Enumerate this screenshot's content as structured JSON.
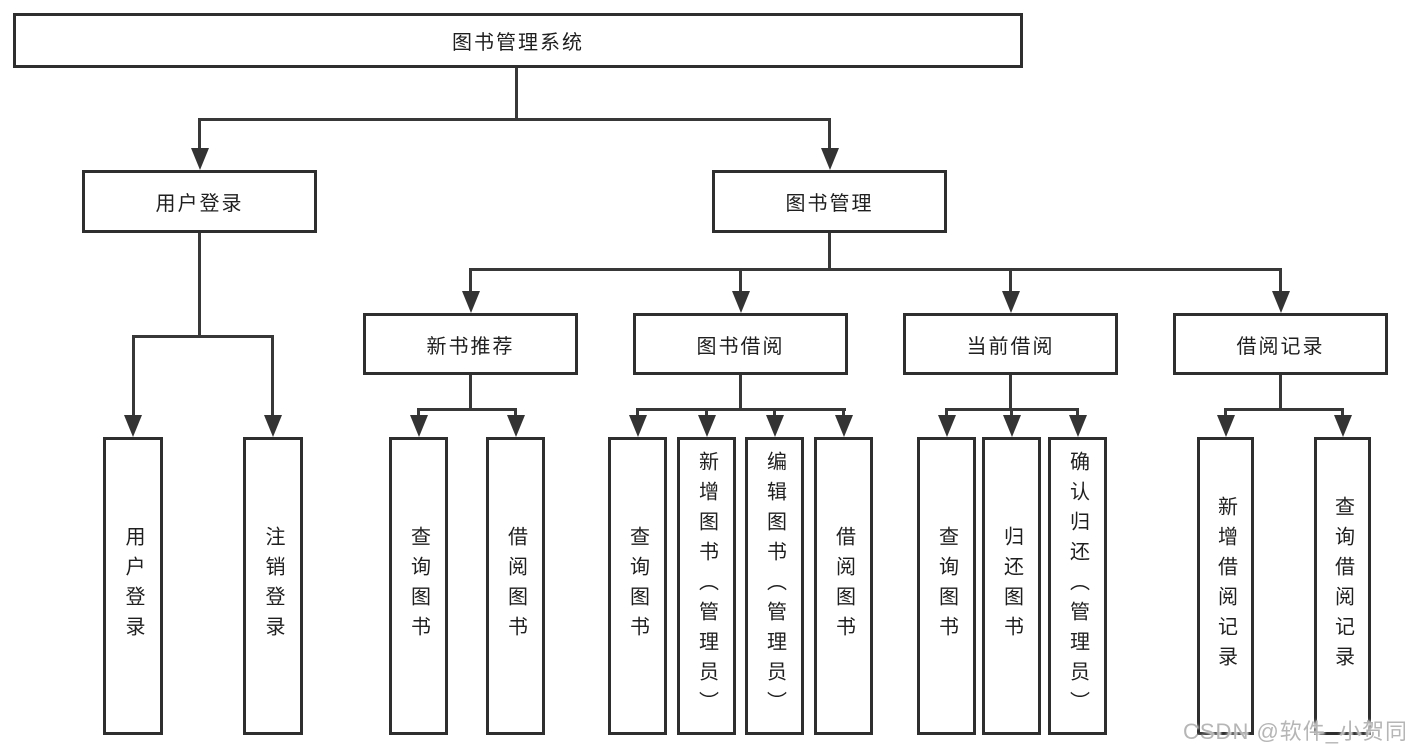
{
  "tree": {
    "root": {
      "label": "图书管理系统"
    },
    "user_login": {
      "label": "用户登录",
      "children": [
        {
          "label": "用户登录"
        },
        {
          "label": "注销登录"
        }
      ]
    },
    "book_mgmt": {
      "label": "图书管理",
      "groups": [
        {
          "label": "新书推荐",
          "children": [
            {
              "label": "查询图书"
            },
            {
              "label": "借阅图书"
            }
          ]
        },
        {
          "label": "图书借阅",
          "children": [
            {
              "label": "查询图书"
            },
            {
              "label": "新增图书（管理员）"
            },
            {
              "label": "编辑图书（管理员）"
            },
            {
              "label": "借阅图书"
            }
          ]
        },
        {
          "label": "当前借阅",
          "children": [
            {
              "label": "查询图书"
            },
            {
              "label": "归还图书"
            },
            {
              "label": "确认归还（管理员）"
            }
          ]
        },
        {
          "label": "借阅记录",
          "children": [
            {
              "label": "新增借阅记录"
            },
            {
              "label": "查询借阅记录"
            }
          ]
        }
      ]
    }
  },
  "watermark": {
    "text": "CSDN @软件_小贺同学"
  }
}
